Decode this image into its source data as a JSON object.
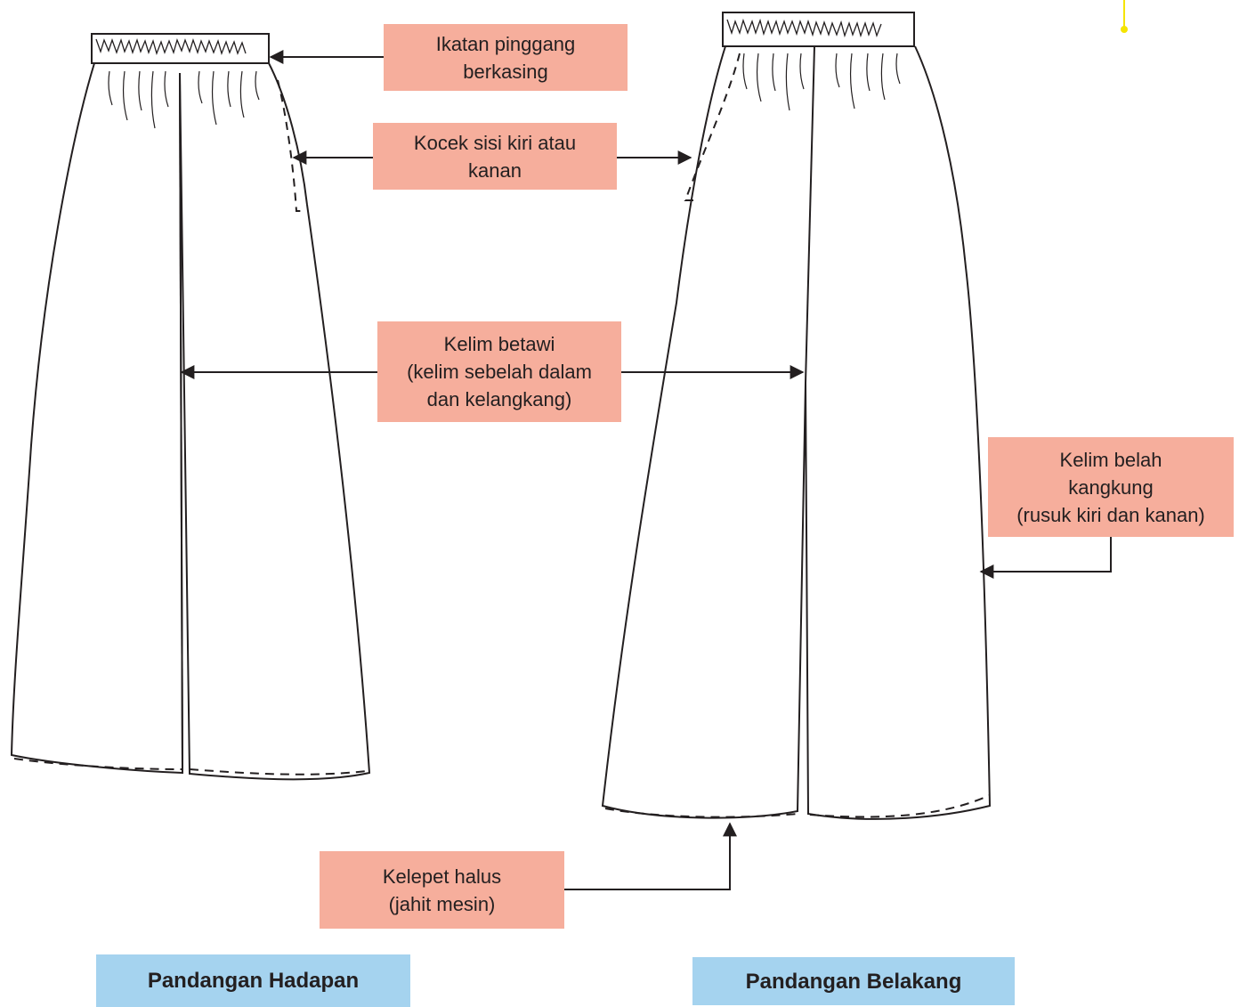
{
  "colors": {
    "callout_bg": "#f6ae9c",
    "view_bg": "#a5d3ef",
    "line": "#231f20",
    "marker": "#f5e400"
  },
  "callouts": {
    "waistband": "Ikatan pinggang\nberkasing",
    "side_pocket": "Kocek sisi kiri atau\nkanan",
    "betawi_hem": "Kelim betawi\n(kelim sebelah dalam\ndan kelangkang)",
    "split_hem": "Kelim belah\nkangkung\n(rusuk kiri dan kanan)",
    "fine_flap": "Kelepet halus\n(jahit mesin)"
  },
  "views": {
    "front": "Pandangan Hadapan",
    "back": "Pandangan Belakang"
  }
}
